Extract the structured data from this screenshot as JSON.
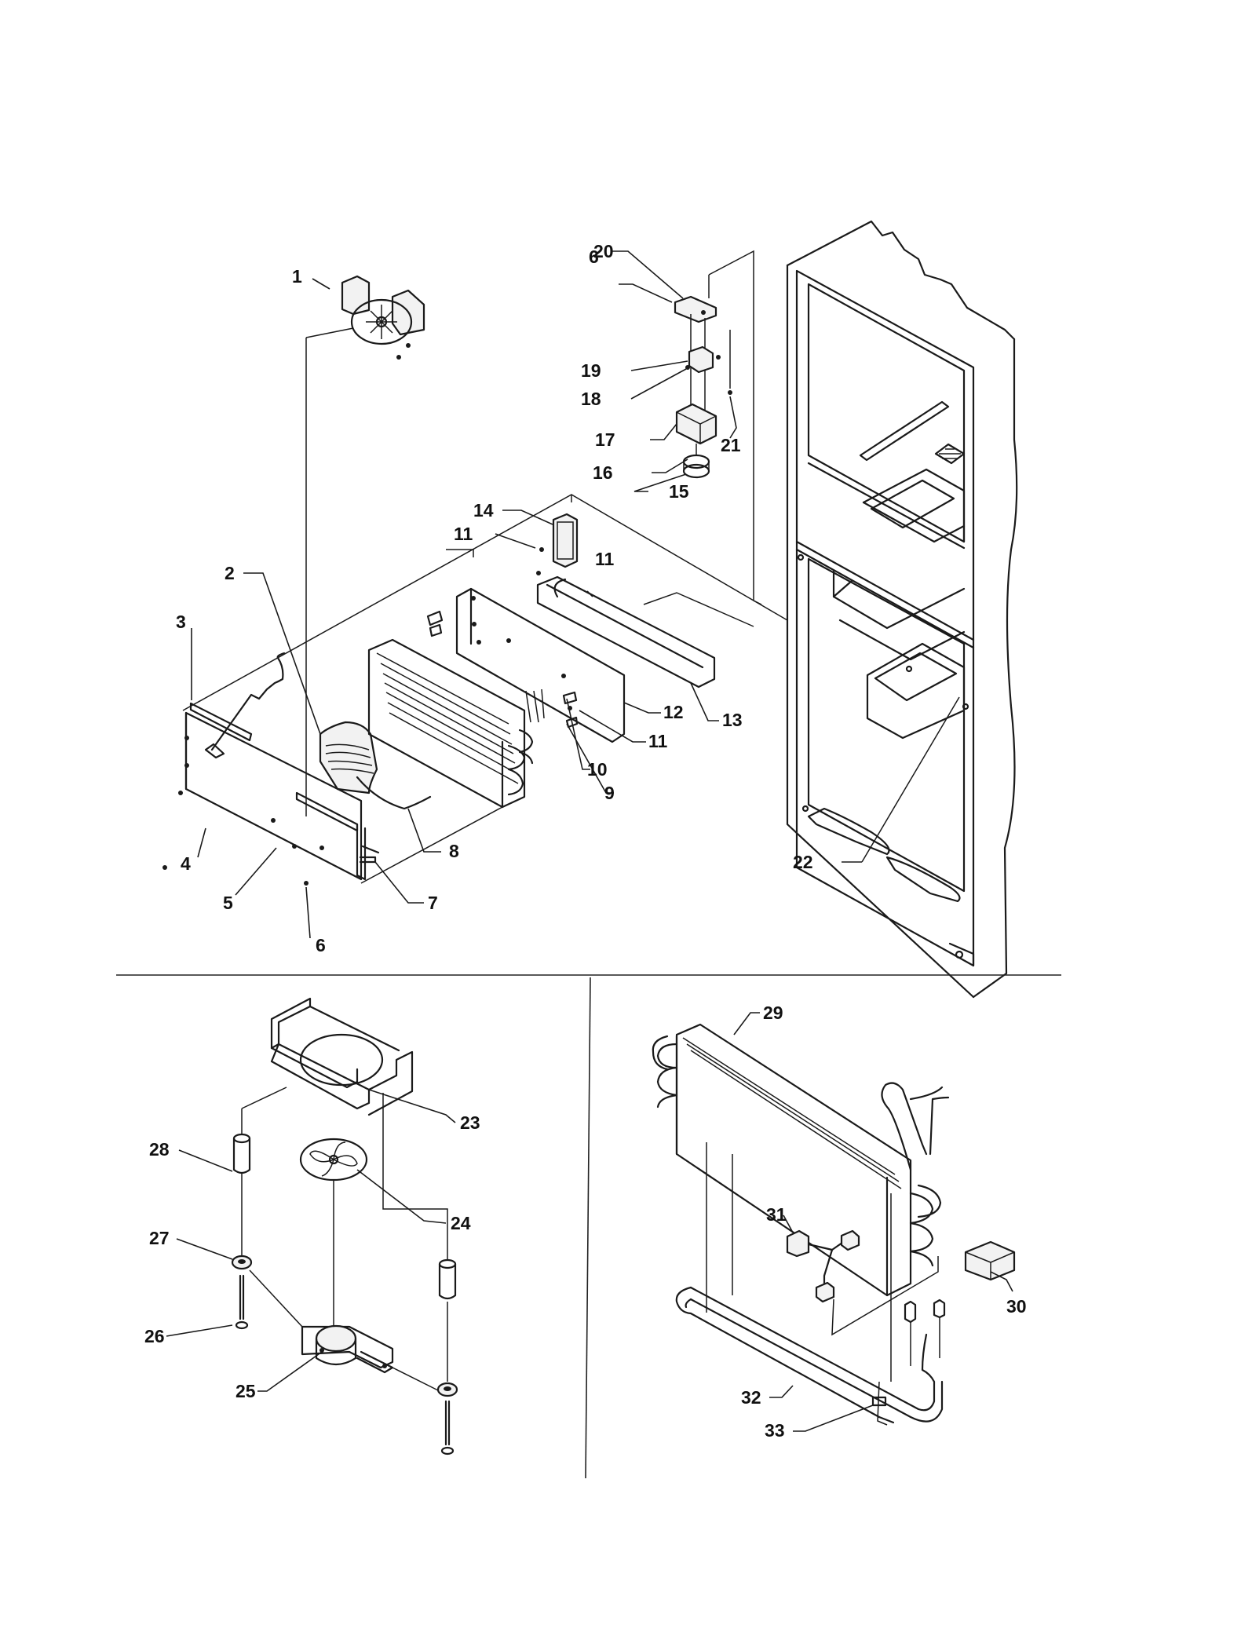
{
  "labels": [
    {
      "id": "1",
      "text": "1"
    },
    {
      "id": "2",
      "text": "2"
    },
    {
      "id": "3",
      "text": "3"
    },
    {
      "id": "4",
      "text": "4"
    },
    {
      "id": "5",
      "text": "5"
    },
    {
      "id": "6a",
      "text": "6"
    },
    {
      "id": "6b",
      "text": "6"
    },
    {
      "id": "7",
      "text": "7"
    },
    {
      "id": "8",
      "text": "8"
    },
    {
      "id": "9",
      "text": "9"
    },
    {
      "id": "10",
      "text": "10"
    },
    {
      "id": "11a",
      "text": "11"
    },
    {
      "id": "11b",
      "text": "11"
    },
    {
      "id": "11c",
      "text": "11"
    },
    {
      "id": "12",
      "text": "12"
    },
    {
      "id": "13",
      "text": "13"
    },
    {
      "id": "14",
      "text": "14"
    },
    {
      "id": "15",
      "text": "15"
    },
    {
      "id": "16",
      "text": "16"
    },
    {
      "id": "17",
      "text": "17"
    },
    {
      "id": "18",
      "text": "18"
    },
    {
      "id": "19",
      "text": "19"
    },
    {
      "id": "20",
      "text": "20"
    },
    {
      "id": "21",
      "text": "21"
    },
    {
      "id": "22",
      "text": "22"
    },
    {
      "id": "23",
      "text": "23"
    },
    {
      "id": "24",
      "text": "24"
    },
    {
      "id": "25",
      "text": "25"
    },
    {
      "id": "26",
      "text": "26"
    },
    {
      "id": "27",
      "text": "27"
    },
    {
      "id": "28",
      "text": "28"
    },
    {
      "id": "29",
      "text": "29"
    },
    {
      "id": "30",
      "text": "30"
    },
    {
      "id": "31",
      "text": "31"
    },
    {
      "id": "32",
      "text": "32"
    },
    {
      "id": "33",
      "text": "33"
    }
  ]
}
